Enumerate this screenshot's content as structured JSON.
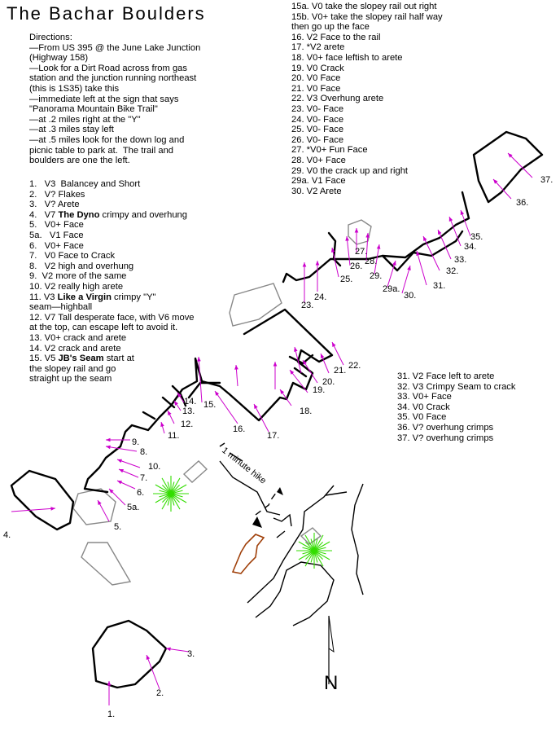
{
  "title": "The Bachar Boulders",
  "directions": [
    "Directions:",
    "—From US 395 @ the June Lake Junction",
    "(Highway 158)",
    "—Look for a Dirt Road across from gas",
    "station and the junction running northeast",
    "(this is 1S35) take this",
    "—immediate left at the sign that says",
    "\"Panorama Mountain Bike Trail\"",
    "—at .2 miles right at the \"Y\"",
    "—at .3 miles stay left",
    "—at .5 miles look for the down log and",
    "picnic table to park at.  The trail and",
    "boulders are one the left."
  ],
  "problems_left": [
    {
      "pre": "1.   V3  Balancey and Short"
    },
    {
      "pre": "2.   V? Flakes"
    },
    {
      "pre": "3.   V? Arete"
    },
    {
      "pre": "4.   V7 ",
      "bold": "The Dyno",
      "post": " crimpy and overhung"
    },
    {
      "pre": "5.   V0+ Face"
    },
    {
      "pre": "5a.   V1 Face"
    },
    {
      "pre": "6.   V0+ Face"
    },
    {
      "pre": "7.   V0 Face to Crack"
    },
    {
      "pre": "8.   V2 high and overhung"
    },
    {
      "pre": "9.  V2 more of the same"
    },
    {
      "pre": "10. V2 really high arete"
    },
    {
      "pre": "11. V3 ",
      "bold": "Like a Virgin",
      "post": " crimpy \"Y\""
    },
    {
      "pre": "seam—highball"
    },
    {
      "pre": "12. V7 Tall desperate face, with V6 move"
    },
    {
      "pre": "at the top, can escape left to avoid it."
    },
    {
      "pre": "13. V0+ crack and arete"
    },
    {
      "pre": "14. V2 crack and arete"
    },
    {
      "pre": "15. V5 ",
      "bold": "JB's Seam",
      "post": " start at"
    },
    {
      "pre": "the slopey rail and go"
    },
    {
      "pre": "straight up the seam"
    }
  ],
  "problems_top": [
    "15a. V0 take the slopey rail out right",
    "15b. V0+ take the slopey rail half way",
    "then go up the face",
    "16. V2 Face to the rail",
    "17. *V2 arete",
    "18. V0+ face leftish to arete",
    "19. V0 Crack",
    "20. V0 Face",
    "21. V0 Face",
    "22. V3 Overhung arete",
    "23. V0- Face",
    "24. V0- Face",
    "25. V0- Face",
    "26. V0- Face",
    "27. *V0+ Fun Face",
    "28. V0+ Face",
    "29. V0 the crack up and right",
    "29a. V1 Face",
    "30. V2 Arete"
  ],
  "problems_right": [
    "31. V2 Face left to arete",
    "32. V3 Crimpy Seam to crack",
    "33. V0+ Face",
    "34. V0 Crack",
    "35. V0 Face",
    "36. V? overhung crimps",
    "37. V? overhung crimps"
  ],
  "map_labels": {
    "p1": "1.",
    "p2": "2.",
    "p3": "3.",
    "p4": "4.",
    "p5": "5.",
    "p5a": "5a.",
    "p6": "6.",
    "p7": "7.",
    "p8": "8.",
    "p9": "9.",
    "p10": "10.",
    "p11": "11.",
    "p12": "12.",
    "p13": "13.",
    "p14": "14.",
    "p15": "15.",
    "p16": "16.",
    "p17": "17.",
    "p18": "18.",
    "p19": "19.",
    "p20": "20.",
    "p21": "21.",
    "p22": "22.",
    "p23": "23.",
    "p24": "24.",
    "p25": "25.",
    "p26": "26.",
    "p27": "27.",
    "p28": "28.",
    "p29": "29.",
    "p29a": "29a.",
    "p30": "30.",
    "p31": "31.",
    "p32": "32.",
    "p33": "33.",
    "p34": "34.",
    "p35": "35.",
    "p36": "36.",
    "p37": "37.",
    "hike": "1 minute hike",
    "north": "N"
  },
  "icons": {
    "tree": "tree-icon",
    "north_arrow": "north-arrow-icon",
    "log": "down-log-icon"
  },
  "colors": {
    "route": "#cc00cc",
    "tree": "#33dd00",
    "log": "#a0400a",
    "outline": "#000000",
    "minor_rock": "#888888"
  }
}
